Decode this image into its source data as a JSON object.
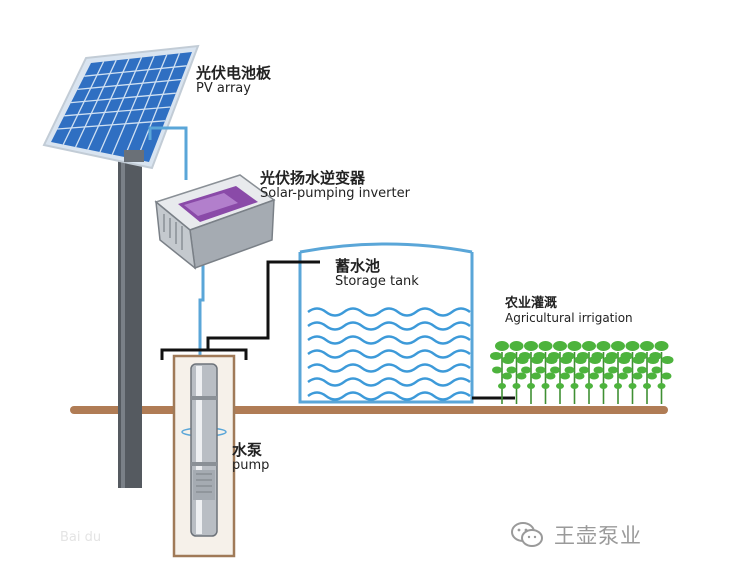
{
  "labels": {
    "pv_cn": "光伏电池板",
    "pv_en": "PV array",
    "inverter_cn": "光伏扬水逆变器",
    "inverter_en": "Solar-pumping inverter",
    "tank_cn": "蓄水池",
    "tank_en": "Storage tank",
    "agri_cn": "农业灌溉",
    "agri_en": "Agricultural irrigation",
    "pump_cn": "水泵",
    "pump_en": "pump"
  },
  "watermark": {
    "text": "王壶泵业",
    "icon": "wechat-icon"
  },
  "faint_logo": {
    "text": "Bai du"
  },
  "colors": {
    "panel_blue": "#2f6fc2",
    "panel_frame": "#d9e4f0",
    "pipe_blue": "#5aa6d8",
    "ground": "#b07c55",
    "pole": "#555a60",
    "water_wave": "#3d9ad9",
    "plant_green": "#4db33d",
    "inverter_purple": "#8a4aa8"
  }
}
